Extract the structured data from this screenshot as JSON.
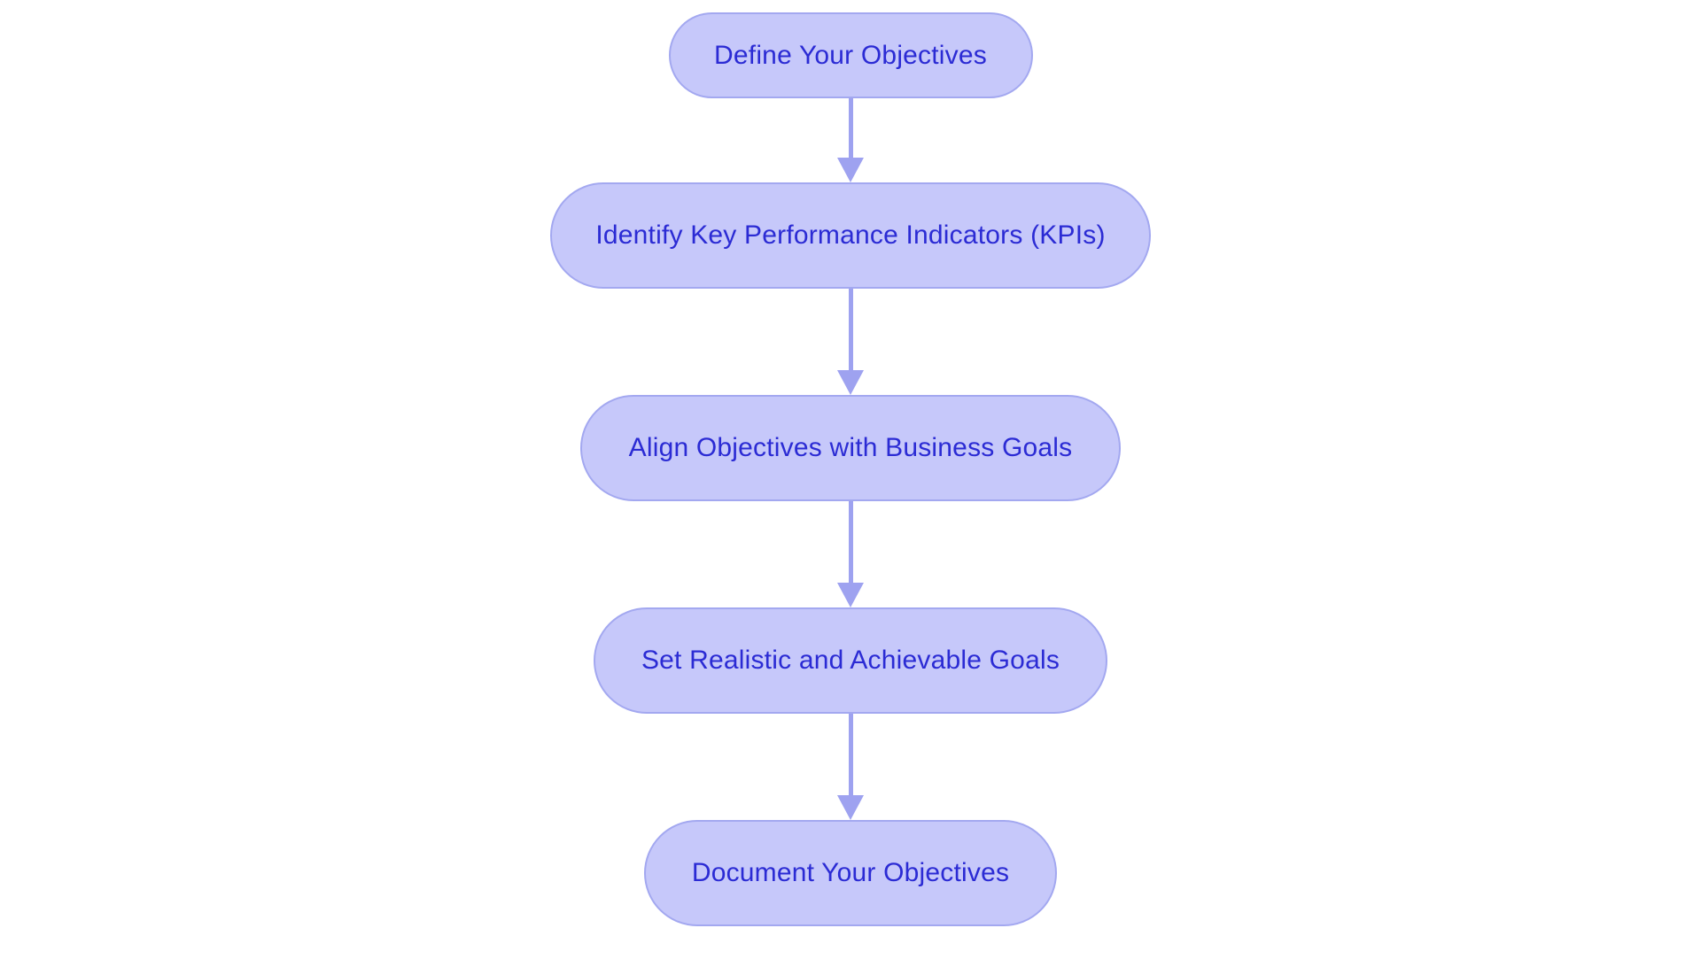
{
  "diagram": {
    "type": "flowchart",
    "orientation": "vertical-top-to-bottom",
    "background_color": "#ffffff",
    "node_fill_color": "#c6c8fa",
    "node_border_color": "#a3a8f0",
    "node_text_color": "#2b2bd4",
    "connector_color": "#9ea2f0",
    "nodes": [
      {
        "id": "node-1",
        "label": "Define Your Objectives"
      },
      {
        "id": "node-2",
        "label": "Identify Key Performance Indicators (KPIs)"
      },
      {
        "id": "node-3",
        "label": "Align Objectives with Business Goals"
      },
      {
        "id": "node-4",
        "label": "Set Realistic and Achievable Goals"
      },
      {
        "id": "node-5",
        "label": "Document Your Objectives"
      }
    ],
    "connectors": [
      {
        "from": "node-1",
        "to": "node-2",
        "arrow": "down-arrow-icon"
      },
      {
        "from": "node-2",
        "to": "node-3",
        "arrow": "down-arrow-icon"
      },
      {
        "from": "node-3",
        "to": "node-4",
        "arrow": "down-arrow-icon"
      },
      {
        "from": "node-4",
        "to": "node-5",
        "arrow": "down-arrow-icon"
      }
    ]
  }
}
